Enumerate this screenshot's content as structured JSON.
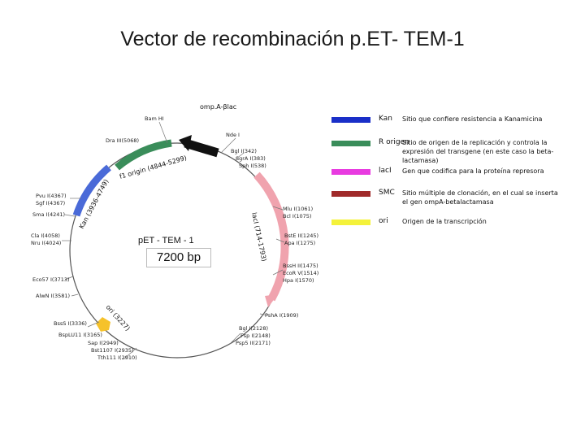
{
  "title": "Vector de recombinación p.ET- TEM-1",
  "plasmid": {
    "name": "pET - TEM - 1",
    "size_label": "7200 bp"
  },
  "features": {
    "ompA_blac": "omp.A-βlac",
    "origin_f1": "f1 origin (4844-5299)",
    "kan": "Kan (3936-4749)",
    "laci": "lacI (714-1793)",
    "ori": "ori (3227)"
  },
  "sites": [
    "Bam HI",
    "Dra III(5068)",
    "Nde I",
    "Bgl I(342)",
    "SgrA I(383)",
    "Sph I(538)",
    "Mlu I(1061)",
    "Bcl I(1075)",
    "BstE II(1245)",
    "Apa I(1275)",
    "BssH II(1475)",
    "EcoR V(1514)",
    "Hpa I(1570)",
    "PshA I(1909)",
    "Bgl I(2128)",
    "Fsp I(2148)",
    "Psp5 II(2171)",
    "Tth111 I(2910)",
    "Bst1107 I(2935)",
    "Sap I(2949)",
    "BspLU11 I(3165)",
    "BssS I(3336)",
    "AlwN I(3581)",
    "Eco57 I(3713)",
    "Nru I(4024)",
    "Cla I(4058)",
    "Sma I(4241)",
    "Sgf I(4367)",
    "Pvu I(4367)"
  ],
  "legend": [
    {
      "code": "Kan",
      "color": "#1a2fc8",
      "desc": "Sitio que confiere resistencia a Kanamicina"
    },
    {
      "code": "R origen",
      "color": "#3a8d5a",
      "desc": "Sitio de origen de la replicación y controla la expresión del transgene (en este caso la beta-lactamasa)"
    },
    {
      "code": "lacI",
      "color": "#e83be0",
      "desc": "Gen que codifica para la proteína represora"
    },
    {
      "code": "SMC",
      "color": "#a02a2a",
      "desc": "Sitio múltiple de clonación, en el cual se inserta el gen ompA-betalactamasa"
    },
    {
      "code": "ori",
      "color": "#f4f23a",
      "desc": "Origen de la transcripción"
    }
  ]
}
